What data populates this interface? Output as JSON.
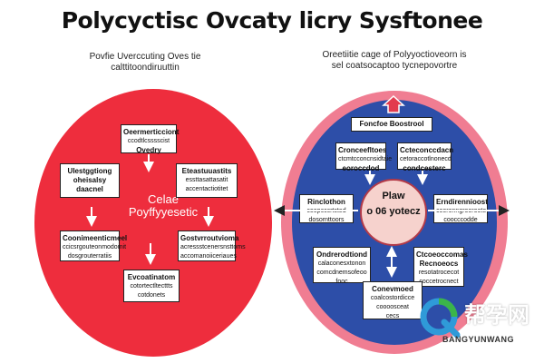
{
  "title": "Polycyctisc Ovcaty licry Sysftonee",
  "left_panel": {
    "subtitle": [
      "Povfie Uverccuting Oves tie",
      "calttitoondiruuttin"
    ],
    "center_label": [
      "Celae",
      "Poyffyyesetic"
    ],
    "boxes": [
      {
        "lines": [
          "Oeermerticciont",
          "ccodtlcsssscist",
          "Ovedry"
        ]
      },
      {
        "lines": [
          "Ulestggtiong",
          "oheisalsy",
          "daacnel"
        ]
      },
      {
        "lines": [
          "Eteastuuastits",
          "essttasattasatit",
          "accentactiotitet"
        ]
      },
      {
        "lines": [
          "Coonimeenticmeel",
          "ccicsrgouteonmodomit",
          "dosgrouterratiis"
        ]
      },
      {
        "lines": [
          "Gostvrroutvioma",
          "acressstcenersnsttoms",
          "accomanoiiceriaues"
        ]
      },
      {
        "lines": [
          "Evcoatinatom",
          "cotortectltecttts",
          "cotdonets"
        ]
      }
    ]
  },
  "right_panel": {
    "subtitle": [
      "Oreetiitie cage of Polyyoctioveorn is",
      "sel coatsocaptoo tycnepovortre"
    ],
    "center": [
      "Plaw",
      "o 06 yotecz"
    ],
    "boxes": [
      {
        "lines": [
          "Foncfoe Boostrool"
        ]
      },
      {
        "lines": [
          "Cronceefltoes",
          "ctcmtcconcnsidtaie",
          "eoroccdod"
        ]
      },
      {
        "lines": [
          "Ccteconccdacn",
          "cetoraccotlnonecd",
          "condcesterc"
        ]
      },
      {
        "lines": [
          "Rinclothon",
          "coopcccrtcted",
          "dosornttoors"
        ]
      },
      {
        "lines": [
          "Erndirennioost",
          "cooronngrooroote",
          "coocccodde"
        ]
      },
      {
        "lines": [
          "Ondrerodtiond",
          "calaconesxtonon",
          "comcdnemsofeoo",
          "fooc"
        ]
      },
      {
        "lines": [
          "Ctcoeoccomas",
          "Recnoeocs",
          "resotatrocecot",
          "coccetrocnect"
        ]
      },
      {
        "lines": [
          "Conevmoed",
          "coalcostordicce",
          "coooosceat",
          "cecs"
        ]
      }
    ]
  },
  "logo": {
    "name_cn": "帮孕网",
    "name_en": "BANGYUNWANG"
  },
  "colors": {
    "red_blob": "#ee2d3d",
    "blue_disc": "#2d4ea8",
    "pink_ring": "#f07d92",
    "center_circle": "#f6d2cd"
  }
}
